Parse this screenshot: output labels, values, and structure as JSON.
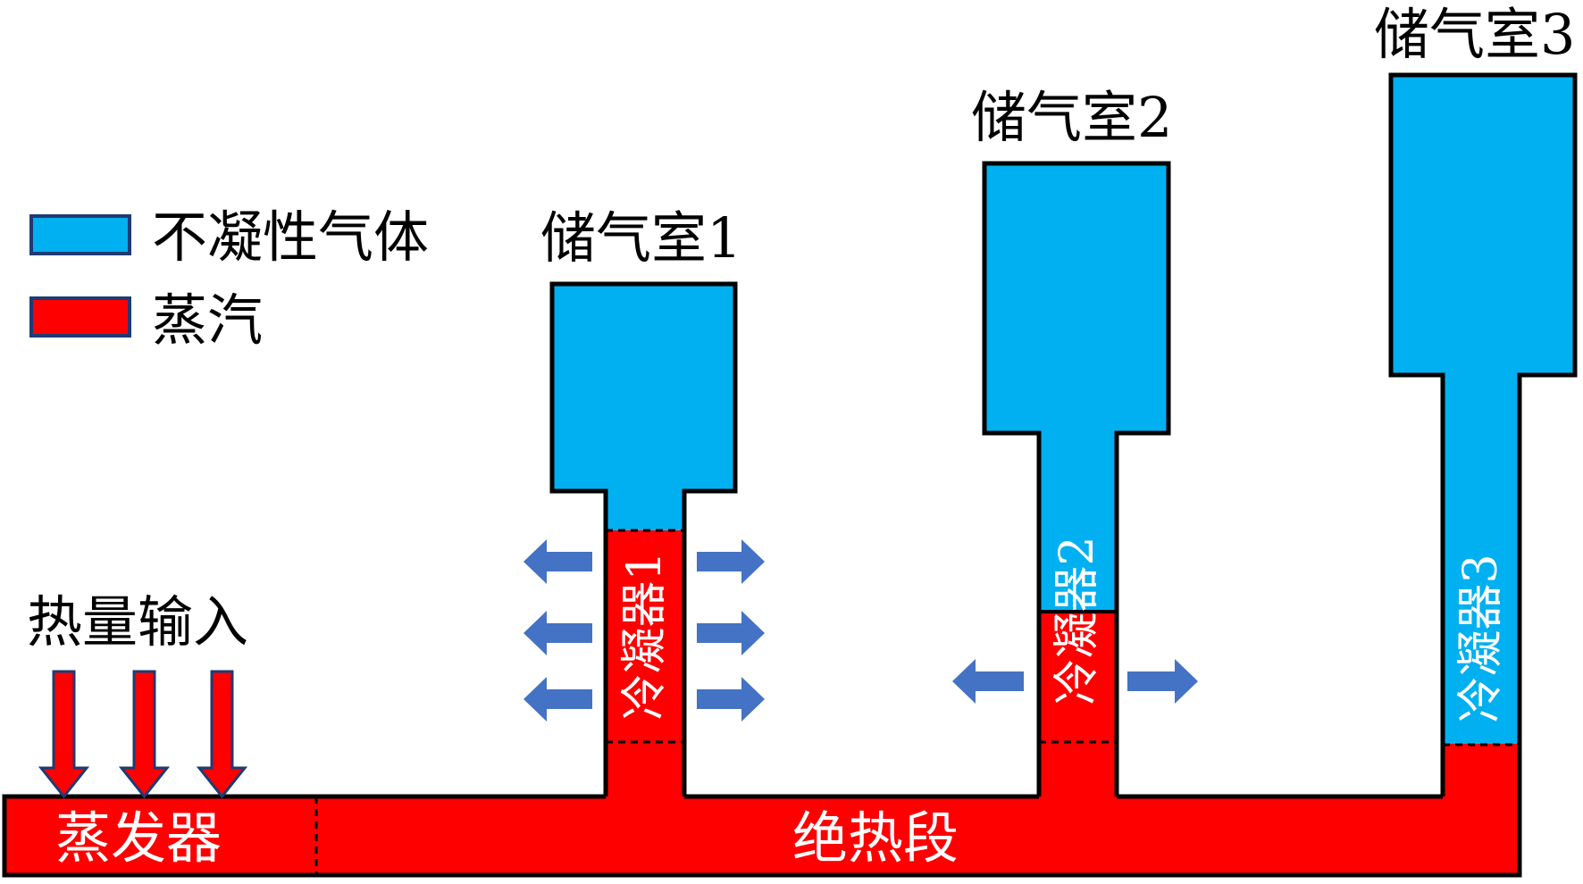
{
  "legend": {
    "gas_label": "不凝性气体",
    "steam_label": "蒸汽"
  },
  "labels": {
    "heat_input": "热量输入",
    "evaporator": "蒸发器",
    "adiabatic": "绝热段",
    "chamber1": "储气室1",
    "chamber2": "储气室2",
    "chamber3": "储气室3",
    "condenser1": "冷凝器1",
    "condenser2": "冷凝器2",
    "condenser3": "冷凝器3"
  },
  "colors": {
    "steam": "#ff0000",
    "gas": "#00b0f0",
    "outline": "#000000",
    "arrow": "#4472c4",
    "label": "#000000",
    "label_inverse": "#ffffff"
  },
  "icons": {
    "heat_arrow": "down-arrow-icon",
    "heat_dissipation_arrow": "left-right-arrow-icon"
  }
}
